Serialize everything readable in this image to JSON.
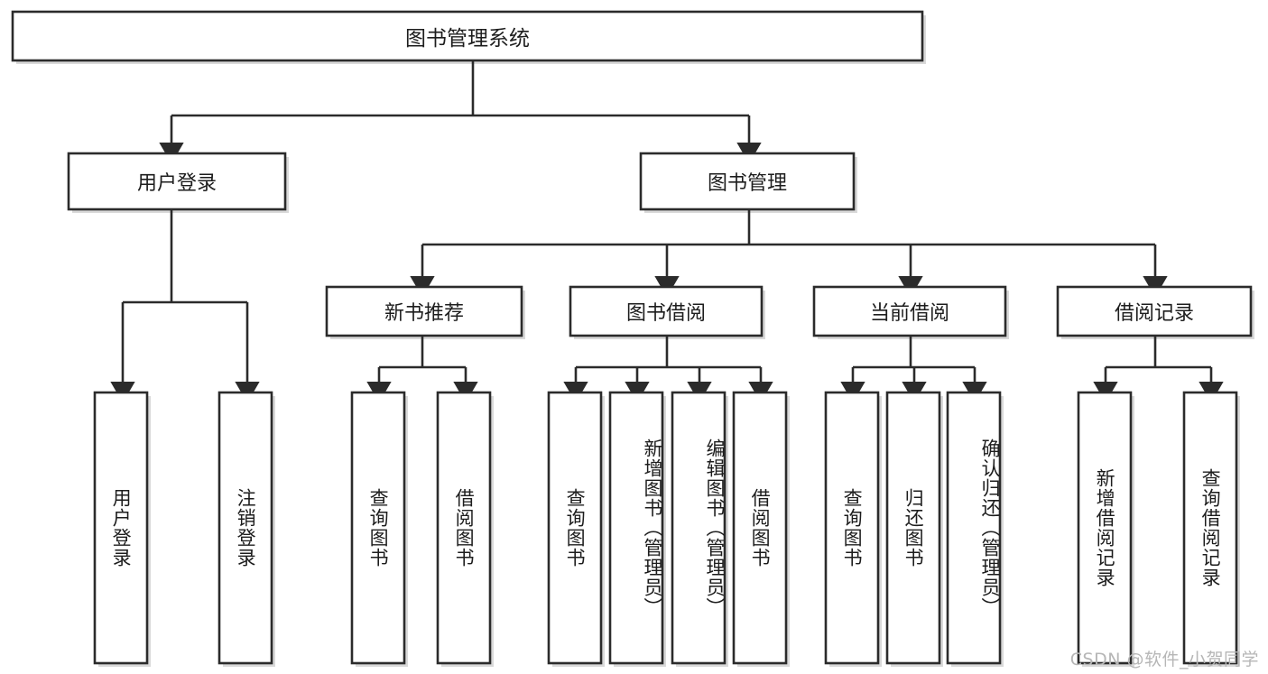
{
  "diagram": {
    "type": "tree-hierarchy-chart",
    "title": "图书管理系统",
    "orientation": "top-down",
    "colors": {
      "box_fill": "#ffffff",
      "box_stroke": "#2b2b2b",
      "text": "#1d1d1d",
      "watermark": "#b6b6b6",
      "background": "#ffffff"
    },
    "root": {
      "label": "图书管理系统",
      "children": [
        {
          "label": "用户登录",
          "children": [
            {
              "label": "用户登录"
            },
            {
              "label": "注销登录"
            }
          ]
        },
        {
          "label": "图书管理",
          "children": [
            {
              "label": "新书推荐",
              "children": [
                {
                  "label": "查询图书"
                },
                {
                  "label": "借阅图书"
                }
              ]
            },
            {
              "label": "图书借阅",
              "children": [
                {
                  "label": "查询图书"
                },
                {
                  "label": "新增图书（管理员）"
                },
                {
                  "label": "编辑图书（管理员）"
                },
                {
                  "label": "借阅图书"
                }
              ]
            },
            {
              "label": "当前借阅",
              "children": [
                {
                  "label": "查询图书"
                },
                {
                  "label": "归还图书"
                },
                {
                  "label": "确认归还（管理员）"
                }
              ]
            },
            {
              "label": "借阅记录",
              "children": [
                {
                  "label": "新增借阅记录"
                },
                {
                  "label": "查询借阅记录"
                }
              ]
            }
          ]
        }
      ]
    }
  },
  "nodes": {
    "root": "图书管理系统",
    "l1": {
      "user_login": "用户登录",
      "book_manage": "图书管理"
    },
    "l2": {
      "new_book_rec": "新书推荐",
      "book_borrow": "图书借阅",
      "current_borrow": "当前借阅",
      "borrow_record": "借阅记录"
    },
    "leaves": {
      "user_login_1": "用户登录",
      "user_login_2": "注销登录",
      "new_book_1": "查询图书",
      "new_book_2": "借阅图书",
      "borrow_1": "查询图书",
      "borrow_2": "新增图书（管理员）",
      "borrow_3": "编辑图书（管理员）",
      "borrow_4": "借阅图书",
      "current_1": "查询图书",
      "current_2": "归还图书",
      "current_3": "确认归还（管理员）",
      "record_1": "新增借阅记录",
      "record_2": "查询借阅记录"
    }
  },
  "watermark": {
    "text": "CSDN @软件_小贺同学"
  }
}
